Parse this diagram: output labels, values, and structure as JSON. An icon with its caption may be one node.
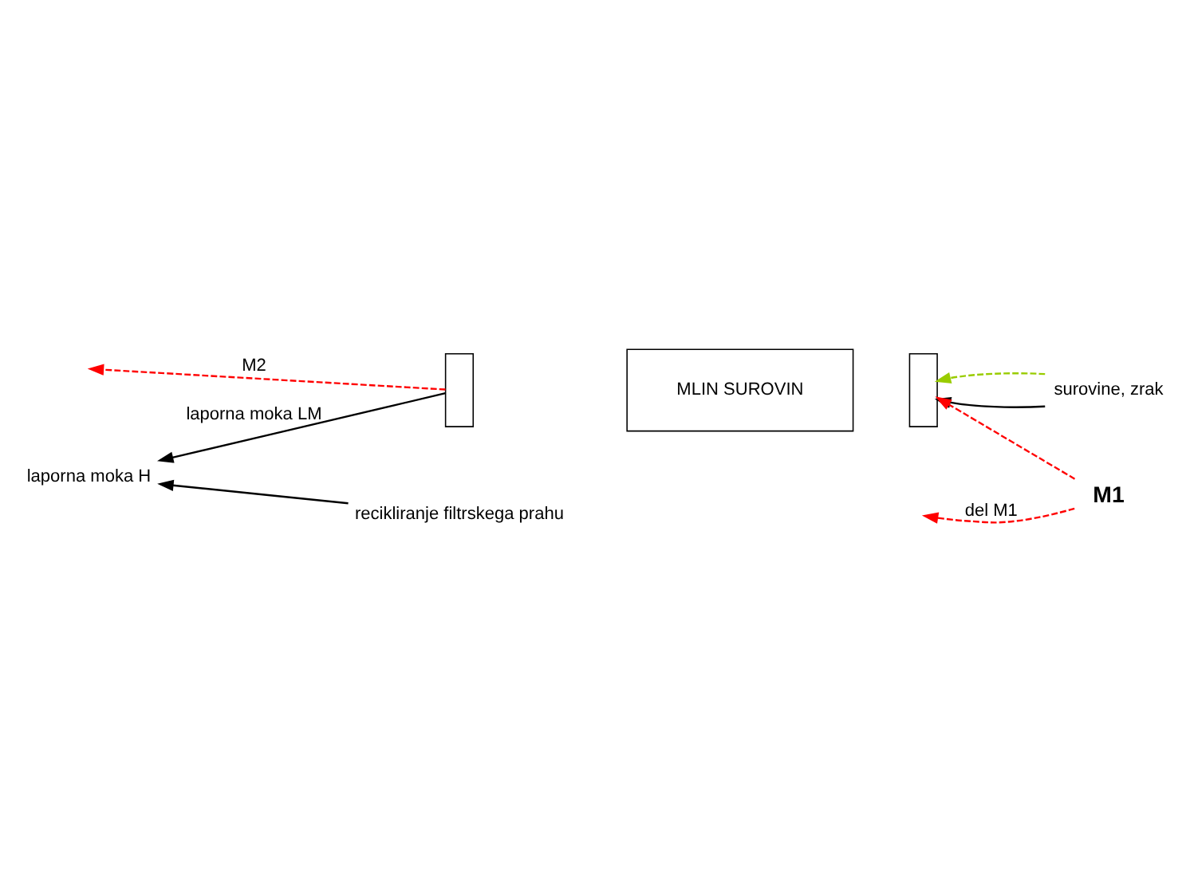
{
  "diagram": {
    "nodes": [
      {
        "text": [
          "surovine, zrak"
        ]
      },
      {
        "text": [
          "MLIN SUROVIN"
        ]
      },
      {
        "text": [],
        "shape": "box"
      },
      {
        "text": [],
        "shape": "box"
      },
      {
        "text": [
          "M1"
        ]
      },
      {
        "text": [
          "laporna moka H"
        ]
      },
      {
        "text": [
          "recikliranje filtrskega prahu"
        ]
      }
    ],
    "edges": [
      {
        "from": 0,
        "to": 3,
        "arrow": "to"
      },
      {
        "from": 0,
        "to": 3,
        "arrow": "to",
        "style": "dashed",
        "color": "#99cc00"
      },
      {
        "from": 4,
        "to": 3,
        "arrow": "to",
        "style": "dashed",
        "color": "#ff0000"
      },
      {
        "from": 4,
        "to": null,
        "arrow": "to",
        "style": "dashed",
        "color": "#ff0000",
        "label": "del M1"
      },
      {
        "from": 2,
        "to": null,
        "arrow": "to",
        "style": "dashed",
        "color": "#ff0000",
        "label": "M2"
      },
      {
        "from": 2,
        "to": 5,
        "arrow": "to",
        "label": "laporna moka LM"
      },
      {
        "from": 6,
        "to": 5,
        "arrow": "to"
      }
    ]
  }
}
